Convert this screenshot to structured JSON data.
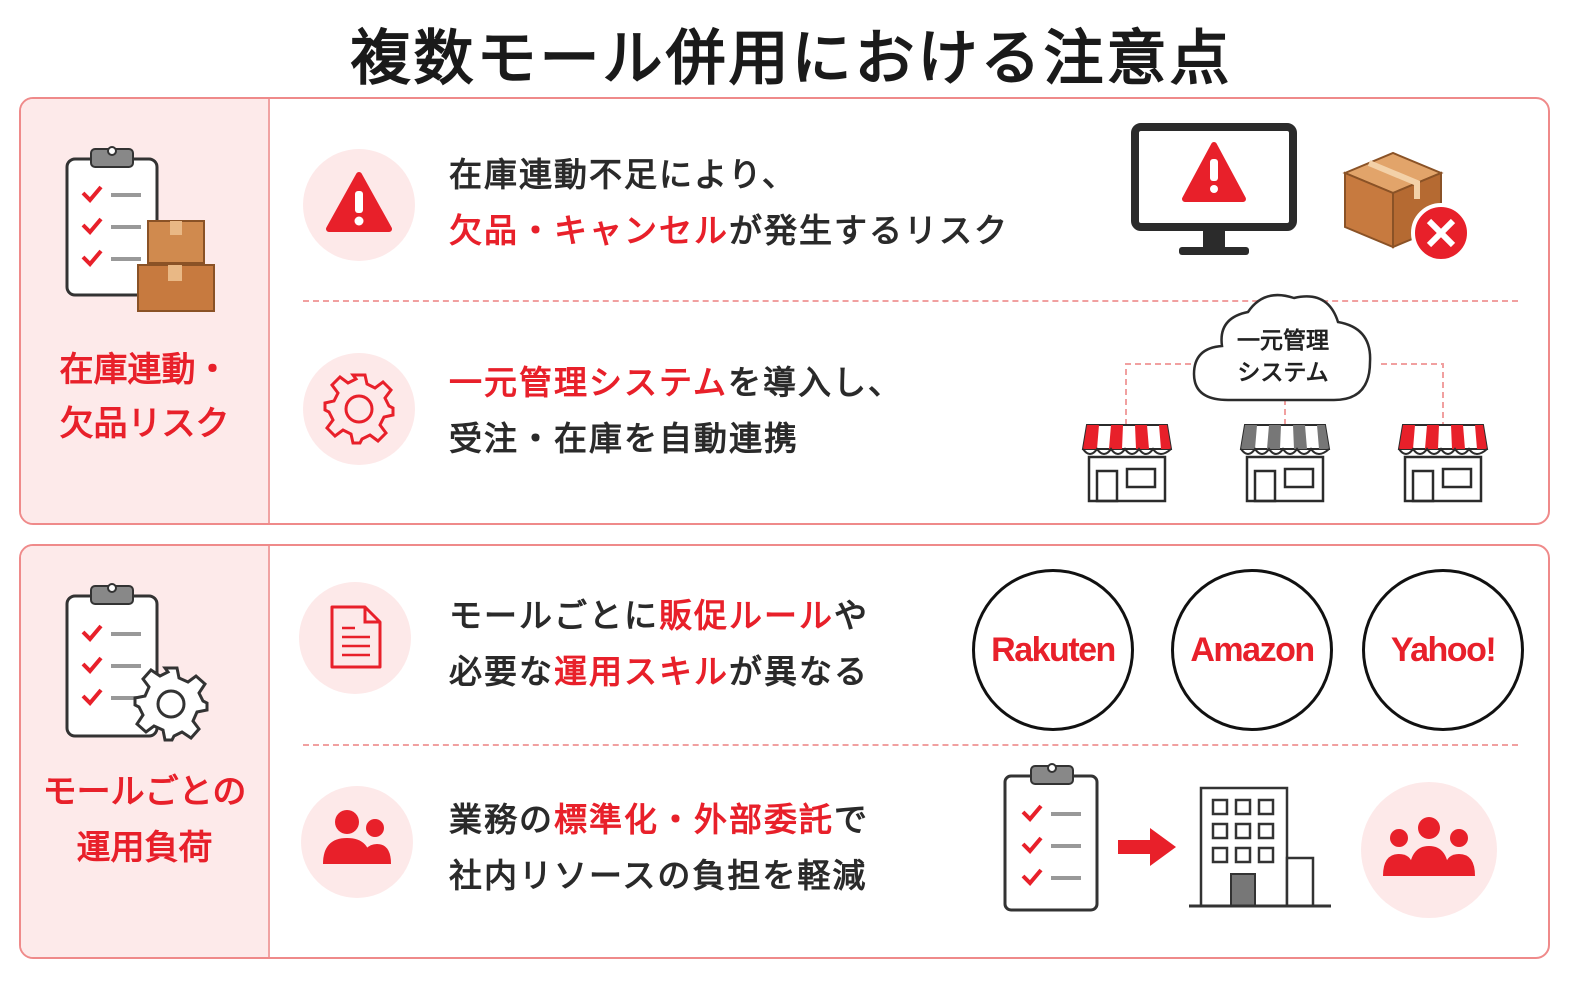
{
  "title": "複数モール併用における注意点",
  "sections": [
    {
      "label_line1": "在庫連動・",
      "label_line2": "欠品リスク",
      "rows": [
        {
          "line1": [
            {
              "text": "在庫連動不足により、",
              "red": false
            }
          ],
          "line2": [
            {
              "text": "欠品・キャンセル",
              "red": true
            },
            {
              "text": "が発生するリスク",
              "red": false
            }
          ]
        },
        {
          "line1": [
            {
              "text": "一元管理システム",
              "red": true
            },
            {
              "text": "を導入し、",
              "red": false
            }
          ],
          "line2": [
            {
              "text": "受注・在庫を自動連携",
              "red": false
            }
          ]
        }
      ],
      "cloud_line1": "一元管理",
      "cloud_line2": "システム"
    },
    {
      "label_line1": "モールごとの",
      "label_line2": "運用負荷",
      "rows": [
        {
          "line1": [
            {
              "text": "モールごとに",
              "red": false
            },
            {
              "text": "販促ルール",
              "red": true
            },
            {
              "text": "や",
              "red": false
            }
          ],
          "line2": [
            {
              "text": "必要な",
              "red": false
            },
            {
              "text": "運用スキル",
              "red": true
            },
            {
              "text": "が異なる",
              "red": false
            }
          ]
        },
        {
          "line1": [
            {
              "text": "業務の",
              "red": false
            },
            {
              "text": "標準化・外部委託",
              "red": true
            },
            {
              "text": "で",
              "red": false
            }
          ],
          "line2": [
            {
              "text": "社内リソースの負担を軽減",
              "red": false
            }
          ]
        }
      ],
      "brands": [
        "Rakuten",
        "Amazon",
        "Yahoo!"
      ]
    }
  ],
  "colors": {
    "accent": "#e8202a",
    "panel_bg": "#fdeaea",
    "border": "#ef8a8a",
    "box": "#c77a3f"
  },
  "icons": [
    "clipboard-icon",
    "boxes-icon",
    "warning-icon",
    "gear-icon",
    "document-icon",
    "users-icon",
    "monitor-warning-icon",
    "box-error-icon",
    "cloud-icon",
    "store-icon",
    "arrow-right-icon",
    "building-icon"
  ]
}
